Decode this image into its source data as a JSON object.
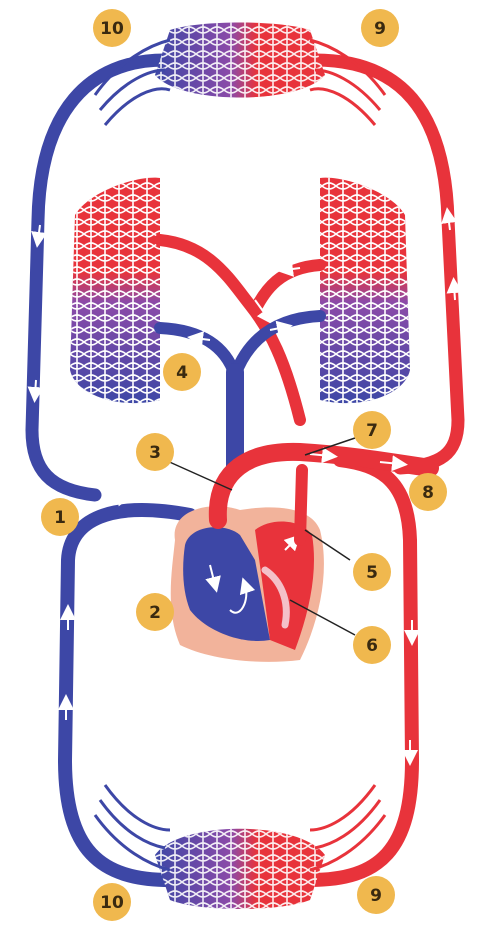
{
  "colors": {
    "venous": "#3d47a6",
    "arterial": "#e8333b",
    "mixed": "#8c4aa8",
    "badge": "#f0b84e",
    "heart_outer": "#f2b39b",
    "leader_line": "#222222"
  },
  "labels": {
    "top_left": "10",
    "top_right": "9",
    "bottom_left": "10",
    "bottom_right": "9",
    "n1": "1",
    "n2": "2",
    "n3": "3",
    "n4": "4",
    "n5": "5",
    "n6": "6",
    "n7": "7",
    "n8": "8"
  }
}
